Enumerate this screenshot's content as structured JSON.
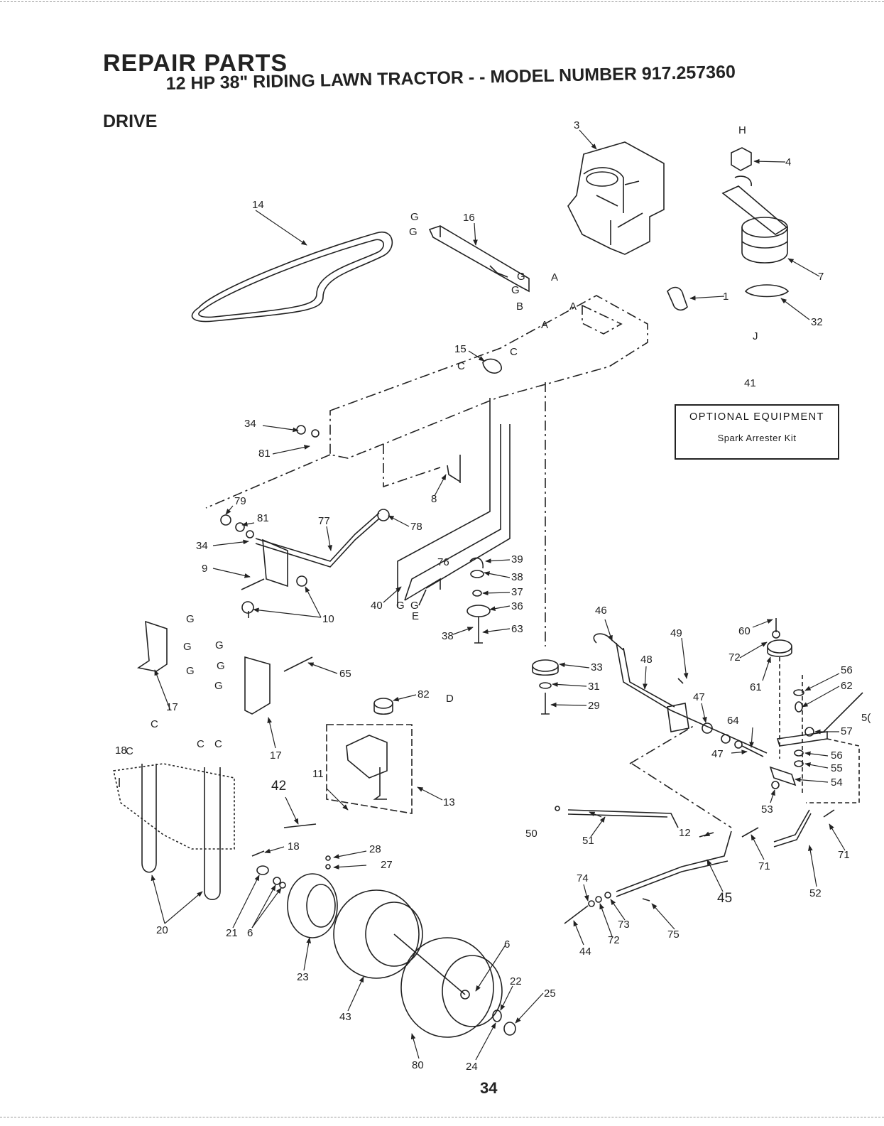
{
  "header": {
    "title": "REPAIR PARTS",
    "subtitle": "12 HP 38\" RIDING LAWN TRACTOR - - MODEL NUMBER 917.257360",
    "section": "DRIVE"
  },
  "optional_equipment": {
    "callout": "41",
    "title": "OPTIONAL EQUIPMENT",
    "item": "Spark Arrester Kit"
  },
  "callouts": {
    "c1": "1",
    "c3": "3",
    "c4": "4",
    "c6a": "6",
    "c6b": "6",
    "c7": "7",
    "c8": "8",
    "c9": "9",
    "c10": "10",
    "c11": "11",
    "c12": "12",
    "c13": "13",
    "c14": "14",
    "c15": "15",
    "c16": "16",
    "c17a": "17",
    "c17b": "17",
    "c18a": "18",
    "c18b": "18",
    "c20": "20",
    "c21": "21",
    "c22": "22",
    "c23": "23",
    "c24": "24",
    "c25": "25",
    "c27": "27",
    "c28": "28",
    "c29": "29",
    "c31": "31",
    "c32": "32",
    "c33": "33",
    "c34a": "34",
    "c34b": "34",
    "c36": "36",
    "c37": "37",
    "c38a": "38",
    "c38b": "38",
    "c39": "39",
    "c40": "40",
    "c42": "42",
    "c43": "43",
    "c44": "44",
    "c45": "45",
    "c46": "46",
    "c47a": "47",
    "c47b": "47",
    "c48": "48",
    "c49": "49",
    "c50": "50",
    "c51": "51",
    "c52": "52",
    "c53": "53",
    "c54": "54",
    "c55": "55",
    "c56a": "56",
    "c56b": "56",
    "c57": "57",
    "c58": "5(",
    "c60": "60",
    "c61": "61",
    "c62": "62",
    "c63": "63",
    "c64": "64",
    "c65": "65",
    "c71a": "71",
    "c71b": "71",
    "c72a": "72",
    "c72b": "72",
    "c73": "73",
    "c74": "74",
    "c75": "75",
    "c76": "76",
    "c77": "77",
    "c78": "78",
    "c79": "79",
    "c80": "80",
    "c81a": "81",
    "c81b": "81",
    "c82": "82"
  },
  "reference_letters": {
    "a1": "A",
    "a2": "A",
    "a3": "A",
    "b1": "B",
    "c1": "C",
    "c2": "C",
    "c3": "C",
    "c4": "C",
    "c5": "C",
    "c6": "C",
    "d1": "D",
    "e1": "E",
    "g1": "G",
    "g2": "G",
    "g3": "G",
    "g4": "G",
    "g5": "G",
    "g6": "G",
    "g7": "G",
    "g8": "G",
    "g9": "G",
    "g10": "G",
    "g11": "G",
    "g12": "G",
    "h1": "H",
    "j1": "J"
  },
  "footer": {
    "page_number": "34"
  }
}
